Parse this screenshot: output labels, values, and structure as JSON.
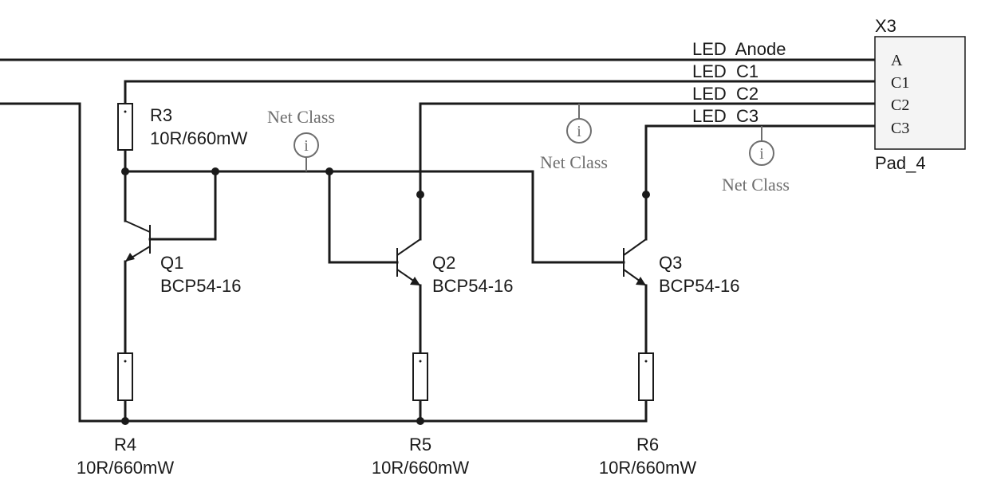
{
  "nets": {
    "anode": "LED  Anode",
    "c1": "LED  C1",
    "c2": "LED  C2",
    "c3": "LED  C3"
  },
  "connector": {
    "ref": "X3",
    "value": "Pad_4",
    "pins": [
      "A",
      "C1",
      "C2",
      "C3"
    ]
  },
  "transistors": [
    {
      "ref": "Q1",
      "value": "BCP54-16"
    },
    {
      "ref": "Q2",
      "value": "BCP54-16"
    },
    {
      "ref": "Q3",
      "value": "BCP54-16"
    }
  ],
  "resistors": [
    {
      "ref": "R3",
      "value": "10R/660mW"
    },
    {
      "ref": "R4",
      "value": "10R/660mW"
    },
    {
      "ref": "R5",
      "value": "10R/660mW"
    },
    {
      "ref": "R6",
      "value": "10R/660mW"
    }
  ],
  "net_class": {
    "label": "Net Class",
    "glyph": "i"
  }
}
